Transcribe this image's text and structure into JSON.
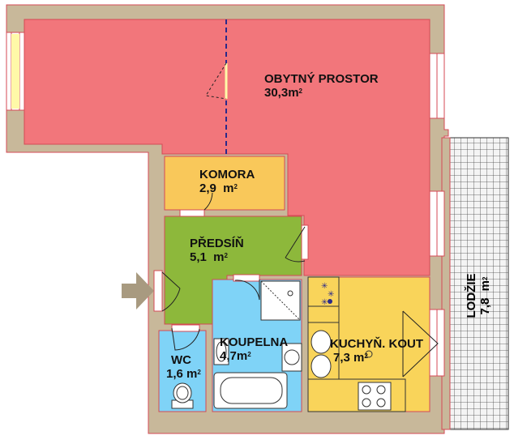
{
  "rooms": {
    "living": {
      "name": "OBYTNÝ PROSTOR",
      "area": "30,3m",
      "unit_exp": "2",
      "color": "#F2767B"
    },
    "storage": {
      "name": "KOMORA",
      "area": "2,9  m",
      "unit_exp": "2",
      "color": "#F9C85A"
    },
    "hall": {
      "name": "PŘEDSÍŇ",
      "area": "5,1  m",
      "unit_exp": "2",
      "color": "#8DB83B"
    },
    "wc": {
      "name": "WC",
      "area": "1,6 m",
      "unit_exp": "2",
      "color": "#7FD3F7"
    },
    "bathroom": {
      "name": "KOUPELNA",
      "area": "4,7m",
      "unit_exp": "2",
      "color": "#7FD3F7"
    },
    "kitchen": {
      "name": "KUCHYŇ. KOUT",
      "area": "7,3 m",
      "unit_exp": "2",
      "color": "#F9D45A"
    },
    "loggia": {
      "name": "LODŽIE",
      "area": "7,8  m",
      "unit_exp": "2",
      "color": "#EFEFEF"
    }
  },
  "colors": {
    "wall": "#C8B89A",
    "wall_line": "#D44A55",
    "entrance_arrow": "#A89A80"
  }
}
